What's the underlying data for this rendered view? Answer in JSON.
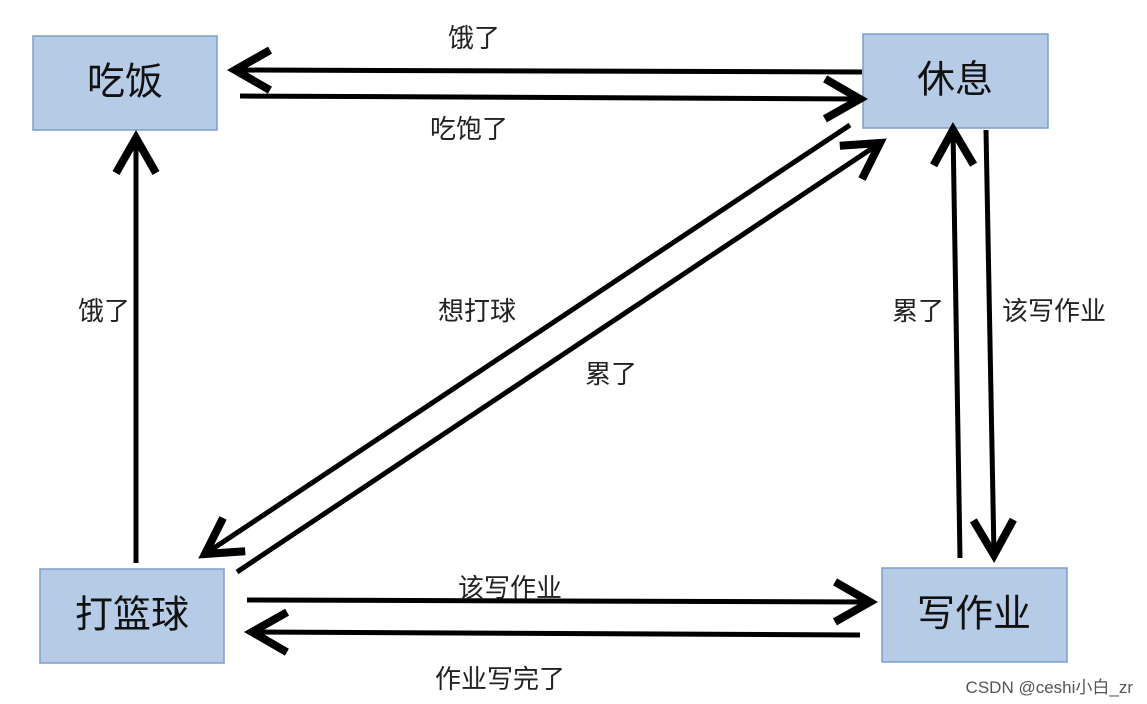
{
  "nodes": {
    "eat": "吃饭",
    "rest": "休息",
    "basketball": "打篮球",
    "homework": "写作业"
  },
  "edges": {
    "rest_to_eat": "饿了",
    "eat_to_rest": "吃饱了",
    "basketball_to_eat": "饿了",
    "rest_to_basketball": "想打球",
    "basketball_to_rest": "累了",
    "homework_to_rest": "累了",
    "rest_to_homework": "该写作业",
    "basketball_to_homework": "该写作业",
    "homework_to_basketball": "作业写完了"
  },
  "watermark": "CSDN @ceshi小白_zr"
}
